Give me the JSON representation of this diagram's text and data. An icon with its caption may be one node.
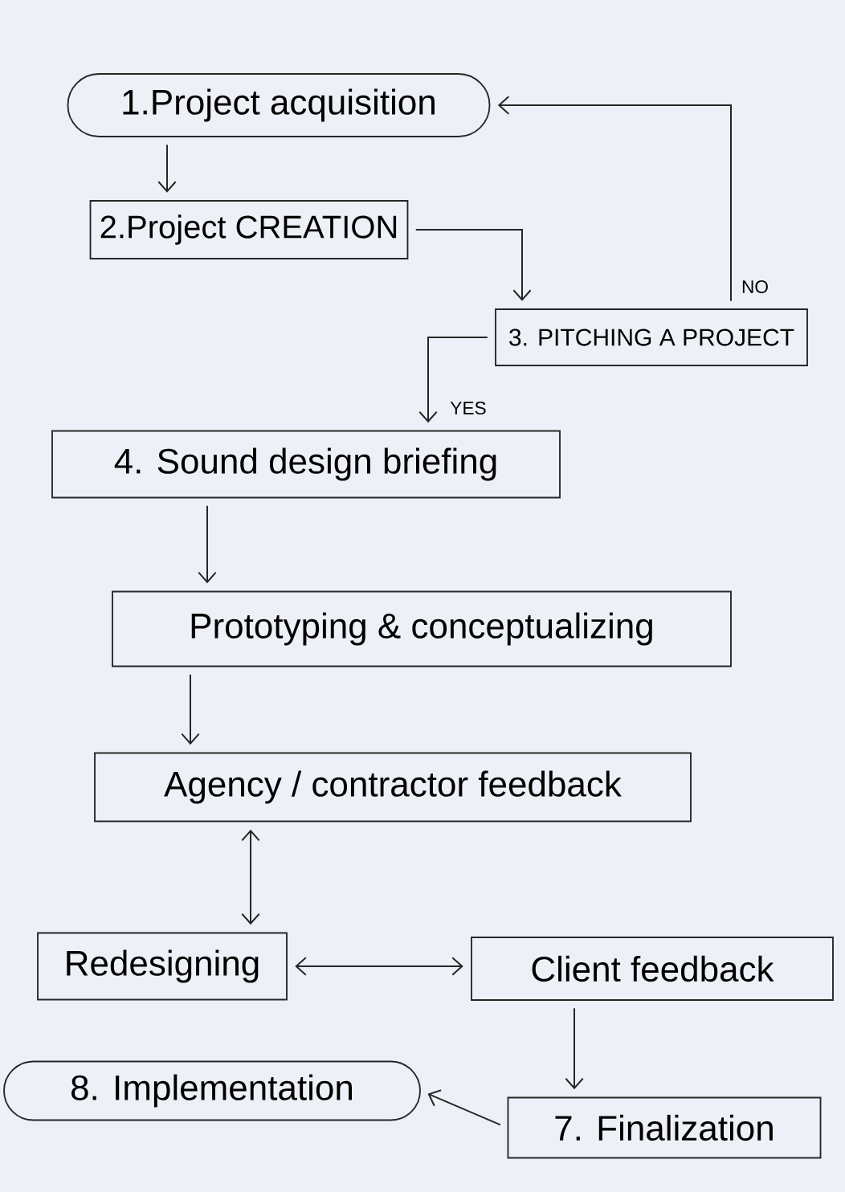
{
  "diagram": {
    "nodes": [
      {
        "text": [
          "1.Project acquisition"
        ]
      },
      {
        "text": [
          "2.Project CREATION"
        ]
      },
      {
        "text": [
          "3. PITCHING A PROJECT"
        ]
      },
      {
        "text": [
          "4. Sound design briefing"
        ]
      },
      {
        "text": [
          "Prototyping & conceptualizing"
        ]
      },
      {
        "text": [
          "Agency / contractor feedback"
        ]
      },
      {
        "text": [
          "Redesigning"
        ]
      },
      {
        "text": [
          "Client feedback"
        ]
      },
      {
        "text": [
          "7. Finalization"
        ]
      },
      {
        "text": [
          "8. Implementation"
        ]
      }
    ],
    "edges": [
      {
        "from": 0,
        "to": 1,
        "arrow": "to"
      },
      {
        "from": 1,
        "to": 2,
        "arrow": "to"
      },
      {
        "from": 2,
        "to": 0,
        "arrow": "to",
        "label": "NO"
      },
      {
        "from": 2,
        "to": 3,
        "arrow": "to",
        "label": "YES"
      },
      {
        "from": 3,
        "to": 4,
        "arrow": "to"
      },
      {
        "from": 4,
        "to": 5,
        "arrow": "to"
      },
      {
        "from": 5,
        "to": 6,
        "arrow": "both"
      },
      {
        "from": 6,
        "to": 7,
        "arrow": "both"
      },
      {
        "from": 7,
        "to": 8,
        "arrow": "to"
      },
      {
        "from": 8,
        "to": 9,
        "arrow": "to"
      }
    ]
  }
}
